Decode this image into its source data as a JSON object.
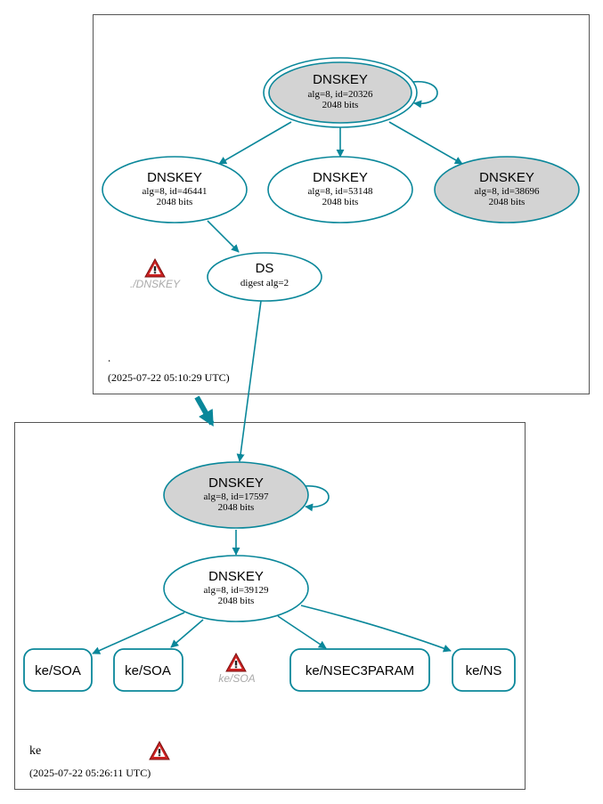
{
  "colors": {
    "edge": "#0a879a",
    "node_fill_grey": "#d3d3d3",
    "node_fill_white": "#ffffff",
    "zone_border": "#555555",
    "warning_red": "#cc2222",
    "warning_text": "#aaaaaa"
  },
  "zones": [
    {
      "name": ".",
      "timestamp": "(2025-07-22 05:10:29 UTC)",
      "nodes": [
        {
          "id": "ksk_root",
          "kind": "dnskey",
          "title": "DNSKEY",
          "detail": "alg=8, id=20326",
          "bits": "2048 bits",
          "fill": "grey",
          "double_border": true,
          "self_loop": true
        },
        {
          "id": "zsk_46441",
          "kind": "dnskey",
          "title": "DNSKEY",
          "detail": "alg=8, id=46441",
          "bits": "2048 bits",
          "fill": "white"
        },
        {
          "id": "zsk_53148",
          "kind": "dnskey",
          "title": "DNSKEY",
          "detail": "alg=8, id=53148",
          "bits": "2048 bits",
          "fill": "white"
        },
        {
          "id": "ksk_38696",
          "kind": "dnskey",
          "title": "DNSKEY",
          "detail": "alg=8, id=38696",
          "bits": "2048 bits",
          "fill": "grey"
        },
        {
          "id": "ds_ke",
          "kind": "ds",
          "title": "DS",
          "detail": "digest alg=2",
          "fill": "white"
        }
      ],
      "warning": {
        "label": "./DNSKEY",
        "icon": "warning-icon"
      }
    },
    {
      "name": "ke",
      "timestamp": "(2025-07-22 05:26:11 UTC)",
      "nodes": [
        {
          "id": "ksk_17597",
          "kind": "dnskey",
          "title": "DNSKEY",
          "detail": "alg=8, id=17597",
          "bits": "2048 bits",
          "fill": "grey",
          "self_loop": true
        },
        {
          "id": "zsk_39129",
          "kind": "dnskey",
          "title": "DNSKEY",
          "detail": "alg=8, id=39129",
          "bits": "2048 bits",
          "fill": "white"
        }
      ],
      "rrsets": [
        {
          "id": "rr_soa1",
          "label": "ke/SOA"
        },
        {
          "id": "rr_soa2",
          "label": "ke/SOA"
        },
        {
          "id": "rr_nsec3param",
          "label": "ke/NSEC3PARAM"
        },
        {
          "id": "rr_ns",
          "label": "ke/NS"
        }
      ],
      "warning": {
        "label": "ke/SOA",
        "icon": "warning-icon"
      },
      "zone_warning_icon": "warning-icon"
    }
  ],
  "edges": [
    {
      "from": "ksk_root",
      "to": "zsk_46441"
    },
    {
      "from": "ksk_root",
      "to": "zsk_53148"
    },
    {
      "from": "ksk_root",
      "to": "ksk_38696"
    },
    {
      "from": "zsk_46441",
      "to": "ds_ke"
    },
    {
      "from": "ds_ke",
      "to": "ksk_17597"
    },
    {
      "from": "ksk_17597",
      "to": "zsk_39129"
    },
    {
      "from": "zsk_39129",
      "to": "rr_soa1"
    },
    {
      "from": "zsk_39129",
      "to": "rr_soa2"
    },
    {
      "from": "zsk_39129",
      "to": "rr_nsec3param"
    },
    {
      "from": "zsk_39129",
      "to": "rr_ns"
    }
  ]
}
